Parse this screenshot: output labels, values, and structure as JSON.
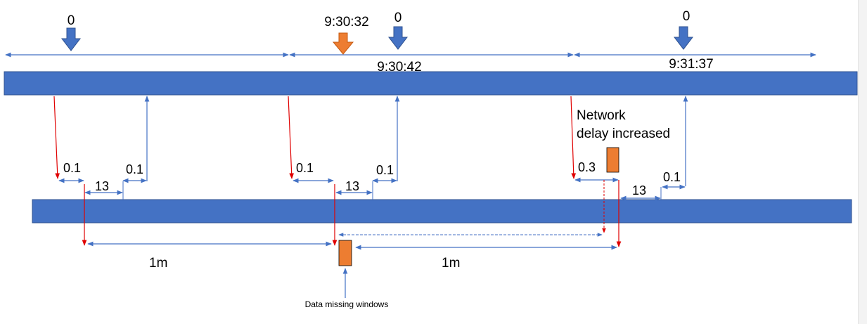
{
  "colors": {
    "bar": "#4472c4",
    "highlight": "#ed7d31",
    "arrow_blue": "#4472c4",
    "arrow_red": "#e00000"
  },
  "top_markers": {
    "zero_1": "0",
    "zero_2": "0",
    "zero_3": "0",
    "orange_time": "9:30:32"
  },
  "window_times": {
    "window_2": "9:30:42",
    "window_3": "9:31:37"
  },
  "delays": {
    "w1_send": "0.1",
    "w1_return": "0.1",
    "w1_process": "13",
    "w2_send": "0.1",
    "w2_return": "0.1",
    "w2_process": "13",
    "w3_send": "0.3",
    "w3_return": "0.1",
    "w3_process": "13"
  },
  "intervals": {
    "first": "1m",
    "second": "1m"
  },
  "annotations": {
    "network_line1": "Network",
    "network_line2": "delay increased",
    "data_missing": "Data missing windows"
  }
}
